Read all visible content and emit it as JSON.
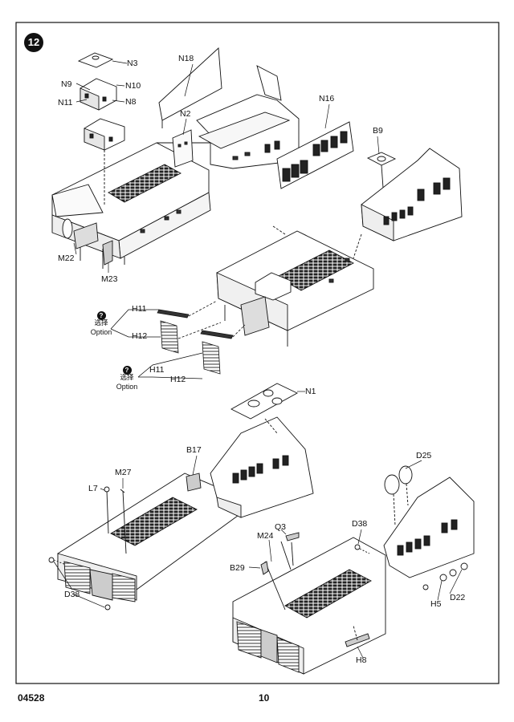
{
  "step": "12",
  "footer": {
    "code": "04528",
    "page": "10"
  },
  "option_chinese": "选择",
  "option_english": "Option",
  "option_badge": "?",
  "labels": {
    "N3": "N3",
    "N9": "N9",
    "N10": "N10",
    "N11": "N11",
    "N8": "N8",
    "N18": "N18",
    "N2": "N2",
    "N16": "N16",
    "B9": "B9",
    "M22": "M22",
    "M23": "M23",
    "H11": "H11",
    "H12": "H12",
    "N1": "N1",
    "B17": "B17",
    "M27": "M27",
    "L7": "L7",
    "D38": "D38",
    "D25": "D25",
    "Q3": "Q3",
    "M24": "M24",
    "B29": "B29",
    "H5": "H5",
    "D22": "D22",
    "H8": "H8"
  }
}
